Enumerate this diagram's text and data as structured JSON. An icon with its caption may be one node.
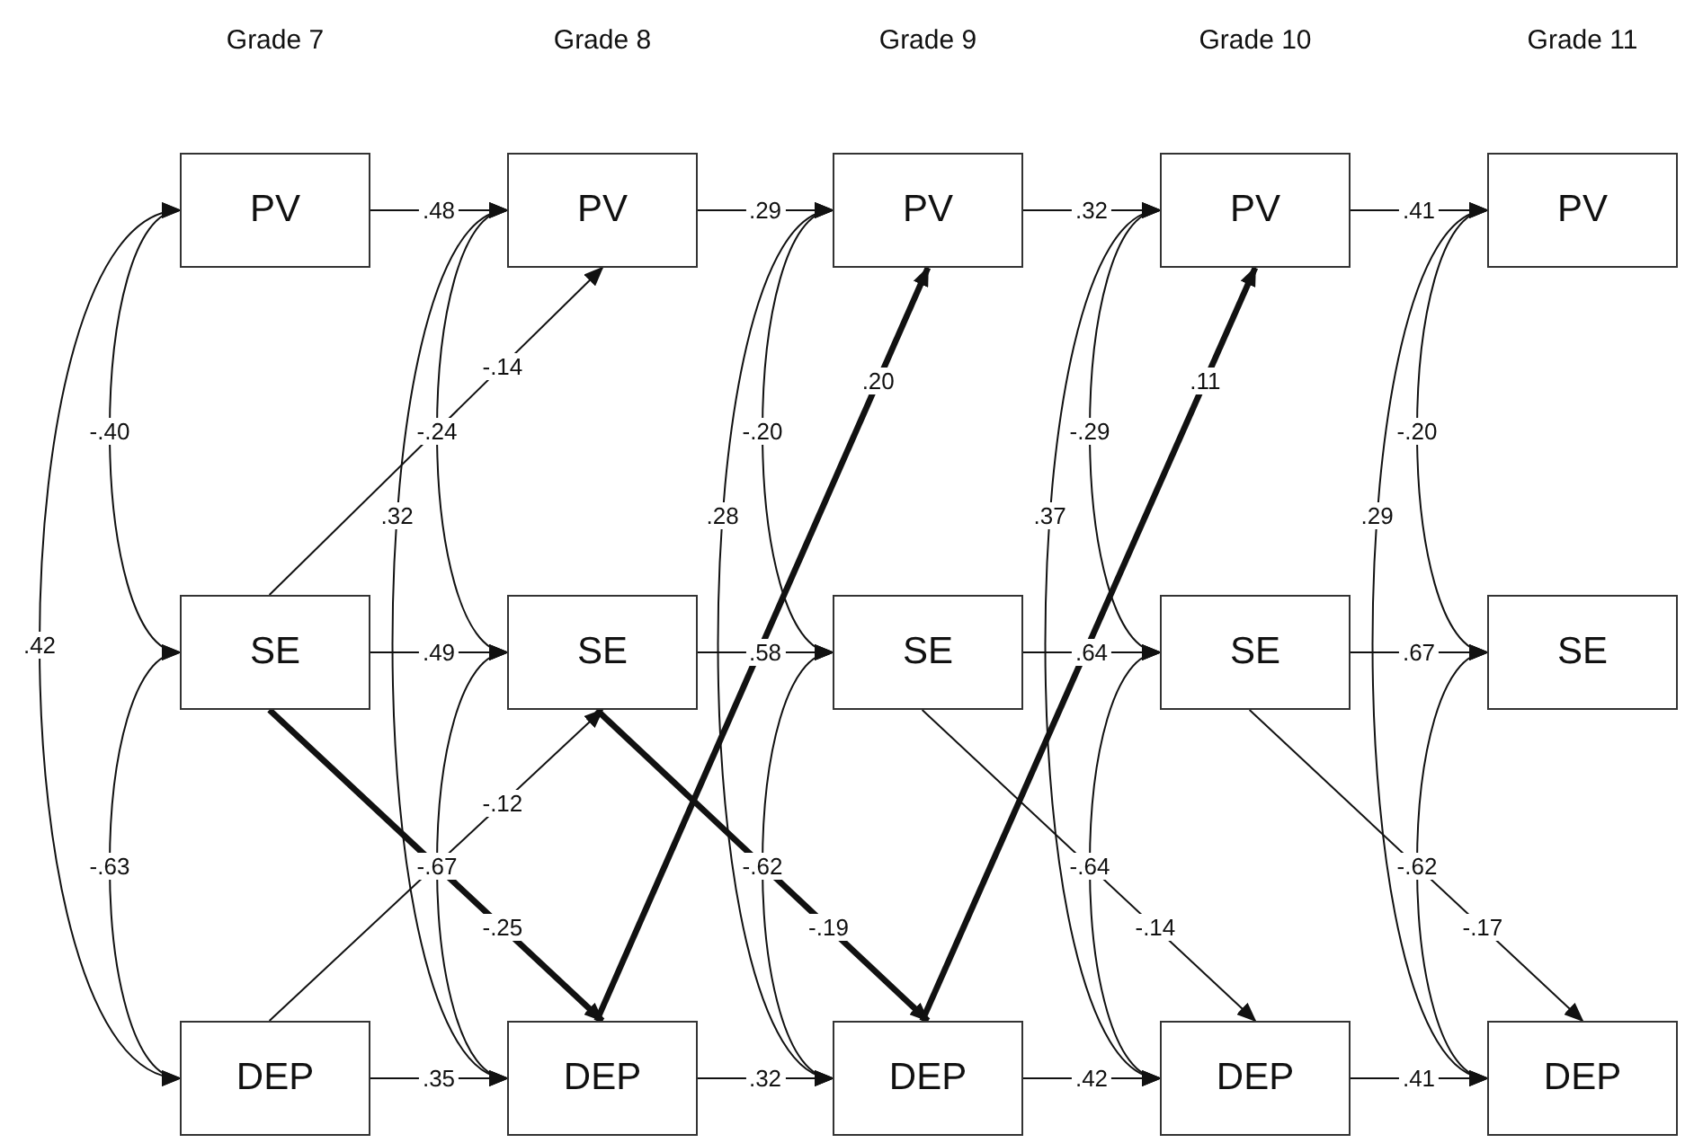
{
  "diagram": {
    "nodes": [
      {
        "text": [
          "PV"
        ]
      },
      {
        "text": [
          "SE"
        ]
      },
      {
        "text": [
          "DEP"
        ]
      },
      {
        "text": [
          "PV"
        ]
      },
      {
        "text": [
          "SE"
        ]
      },
      {
        "text": [
          "DEP"
        ]
      },
      {
        "text": [
          "PV"
        ]
      },
      {
        "text": [
          "SE"
        ]
      },
      {
        "text": [
          "DEP"
        ]
      },
      {
        "text": [
          "PV"
        ]
      },
      {
        "text": [
          "SE"
        ]
      },
      {
        "text": [
          "DEP"
        ]
      },
      {
        "text": [
          "PV"
        ]
      },
      {
        "text": [
          "SE"
        ]
      },
      {
        "text": [
          "DEP"
        ]
      }
    ],
    "edges": [
      {
        "from": 0,
        "to": 3,
        "arrow": "to",
        "label": ".48"
      },
      {
        "from": 3,
        "to": 6,
        "arrow": "to",
        "label": ".29"
      },
      {
        "from": 6,
        "to": 9,
        "arrow": "to",
        "label": ".32"
      },
      {
        "from": 9,
        "to": 12,
        "arrow": "to",
        "label": ".41"
      },
      {
        "from": 1,
        "to": 4,
        "arrow": "to",
        "label": ".49"
      },
      {
        "from": 4,
        "to": 7,
        "arrow": "to",
        "label": ".58"
      },
      {
        "from": 7,
        "to": 10,
        "arrow": "to",
        "label": ".64"
      },
      {
        "from": 10,
        "to": 13,
        "arrow": "to",
        "label": ".67"
      },
      {
        "from": 2,
        "to": 5,
        "arrow": "to",
        "label": ".35"
      },
      {
        "from": 5,
        "to": 8,
        "arrow": "to",
        "label": ".32"
      },
      {
        "from": 8,
        "to": 11,
        "arrow": "to",
        "label": ".42"
      },
      {
        "from": 11,
        "to": 14,
        "arrow": "to",
        "label": ".41"
      },
      {
        "from": 1,
        "to": 3,
        "arrow": "to",
        "label": "-.14"
      },
      {
        "from": 1,
        "to": 5,
        "arrow": "to",
        "label": "-.25",
        "style": "thick"
      },
      {
        "from": 2,
        "to": 4,
        "arrow": "to",
        "label": "-.12"
      },
      {
        "from": 5,
        "to": 6,
        "arrow": "to",
        "label": ".20",
        "style": "thick"
      },
      {
        "from": 4,
        "to": 8,
        "arrow": "to",
        "label": "-.19",
        "style": "thick"
      },
      {
        "from": 8,
        "to": 9,
        "arrow": "to",
        "label": ".11",
        "style": "thick"
      },
      {
        "from": 7,
        "to": 11,
        "arrow": "to",
        "label": "-.14"
      },
      {
        "from": 10,
        "to": 14,
        "arrow": "to",
        "label": "-.17"
      },
      {
        "from": 0,
        "to": 1,
        "arrow": "both",
        "label": "-.40"
      },
      {
        "from": 1,
        "to": 2,
        "arrow": "both",
        "label": "-.63"
      },
      {
        "from": 0,
        "to": 2,
        "arrow": "both",
        "label": ".42"
      },
      {
        "from": 3,
        "to": 4,
        "arrow": "both",
        "label": "-.24"
      },
      {
        "from": 4,
        "to": 5,
        "arrow": "both",
        "label": "-.67"
      },
      {
        "from": 3,
        "to": 5,
        "arrow": "both",
        "label": ".32"
      },
      {
        "from": 6,
        "to": 7,
        "arrow": "both",
        "label": "-.20"
      },
      {
        "from": 7,
        "to": 8,
        "arrow": "both",
        "label": "-.62"
      },
      {
        "from": 6,
        "to": 8,
        "arrow": "both",
        "label": ".28"
      },
      {
        "from": 9,
        "to": 10,
        "arrow": "both",
        "label": "-.29"
      },
      {
        "from": 10,
        "to": 11,
        "arrow": "both",
        "label": "-.64"
      },
      {
        "from": 9,
        "to": 11,
        "arrow": "both",
        "label": ".37"
      },
      {
        "from": 12,
        "to": 13,
        "arrow": "both",
        "label": "-.20"
      },
      {
        "from": 13,
        "to": 14,
        "arrow": "both",
        "label": "-.62"
      },
      {
        "from": 12,
        "to": 14,
        "arrow": "both",
        "label": ".29"
      }
    ],
    "labels": [
      "Grade 7",
      "Grade 8",
      "Grade 9",
      "Grade 10",
      "Grade 11"
    ]
  }
}
